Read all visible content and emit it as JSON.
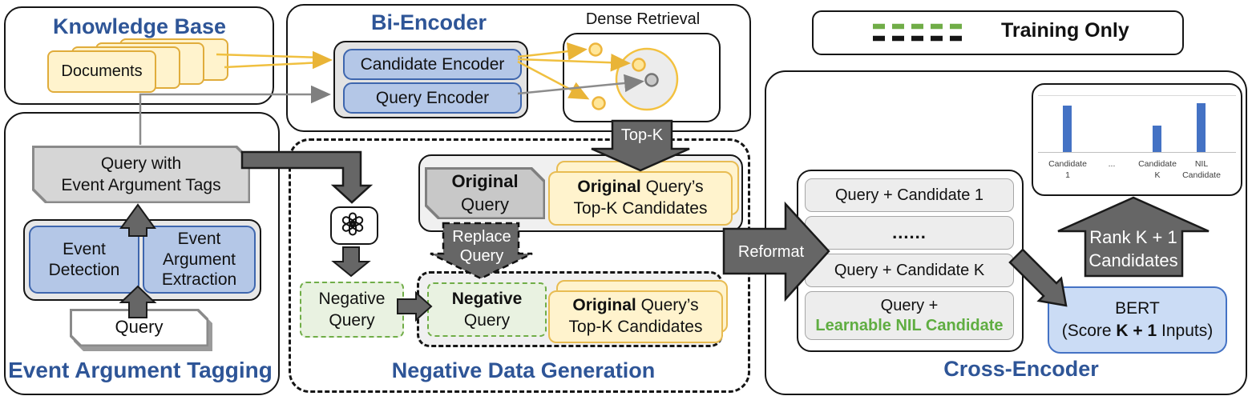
{
  "colors": {
    "title_blue": "#2E5597",
    "arrow_gray": "#666666",
    "green": "#70AD47",
    "yellow": "#F3C13F",
    "bar_blue": "#4472C4"
  },
  "knowledge_base": {
    "title": "Knowledge Base",
    "documents": "Documents"
  },
  "event_tagging": {
    "title": "Event Argument Tagging",
    "tag_line1": "Query with",
    "tag_line2": "Event Argument Tags",
    "event_detection": "Event Detection",
    "event_argument_extraction": "Event Argument Extraction",
    "query": "Query"
  },
  "bi_encoder": {
    "title": "Bi-Encoder",
    "candidate_encoder": "Candidate Encoder",
    "query_encoder": "Query Encoder",
    "dense_retrieval": "Dense Retrieval"
  },
  "legend": {
    "label": "Training Only"
  },
  "negative_generation": {
    "title": "Negative Data Generation",
    "topk_label": "Top-K",
    "replace_line1": "Replace",
    "replace_line2": "Query",
    "reformat_label": "Reformat",
    "original_bold": "Original",
    "original_line2": "Query",
    "candidates_bold": "Original",
    "candidates_rest": " Query’s",
    "candidates_line2": "Top-K Candidates",
    "negative_line1": "Negative",
    "negative_line2": "Query"
  },
  "cross_encoder": {
    "title": "Cross-Encoder",
    "row1": "Query + Candidate 1",
    "row2": "......",
    "row3": "Query + Candidate K",
    "row4_line1": "Query +",
    "row4_line2": "Learnable NIL Candidate",
    "bert_title": "BERT",
    "bert_pre": "(Score ",
    "bert_bold": "K + 1",
    "bert_post": " Inputs)",
    "rank_line1": "Rank K + 1",
    "rank_line2": "Candidates"
  },
  "chart_data": {
    "type": "bar",
    "title": "",
    "categories": [
      "Candidate 1",
      "...",
      "Candidate K",
      "NIL Candidate"
    ],
    "values": [
      0.83,
      0,
      0.47,
      0.87
    ],
    "ylim": [
      0,
      1
    ],
    "grid": "top and baseline only",
    "bar_color": "#4472C4",
    "labels": [
      {
        "l1": "Candidate",
        "l2": "1"
      },
      {
        "l1": "...",
        "l2": ""
      },
      {
        "l1": "Candidate",
        "l2": "K"
      },
      {
        "l1": "NIL",
        "l2": "Candidate"
      }
    ]
  }
}
